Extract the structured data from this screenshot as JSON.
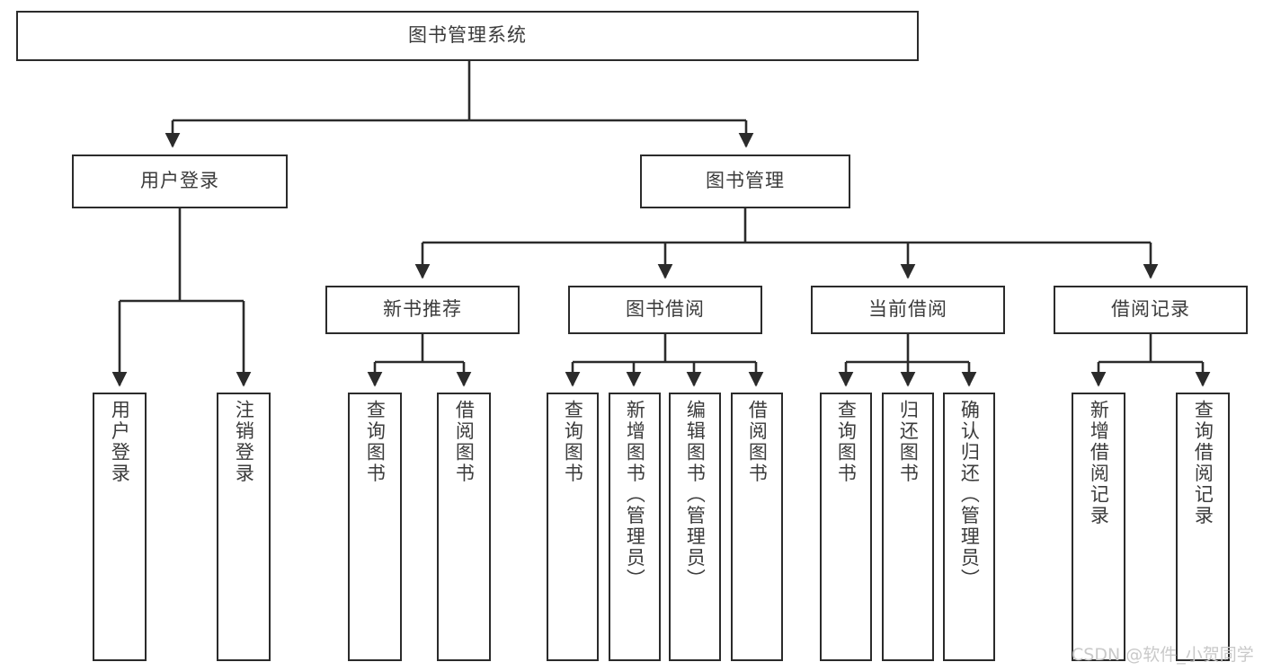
{
  "diagram": {
    "title": "图书管理系统",
    "type": "tree-hierarchy",
    "orientation": "top-down",
    "colors": {
      "background": "#ffffff",
      "box_border": "#2b2b2b",
      "box_fill": "#ffffff",
      "text": "#3b3b3b",
      "connector": "#2b2b2b",
      "watermark": "#c9c9c9"
    },
    "root": {
      "label": "图书管理系统"
    },
    "level2": [
      {
        "label": "用户登录"
      },
      {
        "label": "图书管理"
      }
    ],
    "level3": [
      {
        "label": "新书推荐"
      },
      {
        "label": "图书借阅"
      },
      {
        "label": "当前借阅"
      },
      {
        "label": "借阅记录"
      }
    ],
    "leaves": {
      "user_login": [
        {
          "label": "用户登录"
        },
        {
          "label": "注销登录"
        }
      ],
      "new_book_recommend": [
        {
          "label": "查询图书"
        },
        {
          "label": "借阅图书"
        }
      ],
      "book_borrow": [
        {
          "label": "查询图书"
        },
        {
          "label": "新增图书（管理员）"
        },
        {
          "label": "编辑图书（管理员）"
        },
        {
          "label": "借阅图书"
        }
      ],
      "current_borrow": [
        {
          "label": "查询图书"
        },
        {
          "label": "归还图书"
        },
        {
          "label": "确认归还（管理员）"
        }
      ],
      "borrow_record": [
        {
          "label": "新增借阅记录"
        },
        {
          "label": "查询借阅记录"
        }
      ]
    },
    "watermark": "CSDN @软件_小贺同学"
  }
}
